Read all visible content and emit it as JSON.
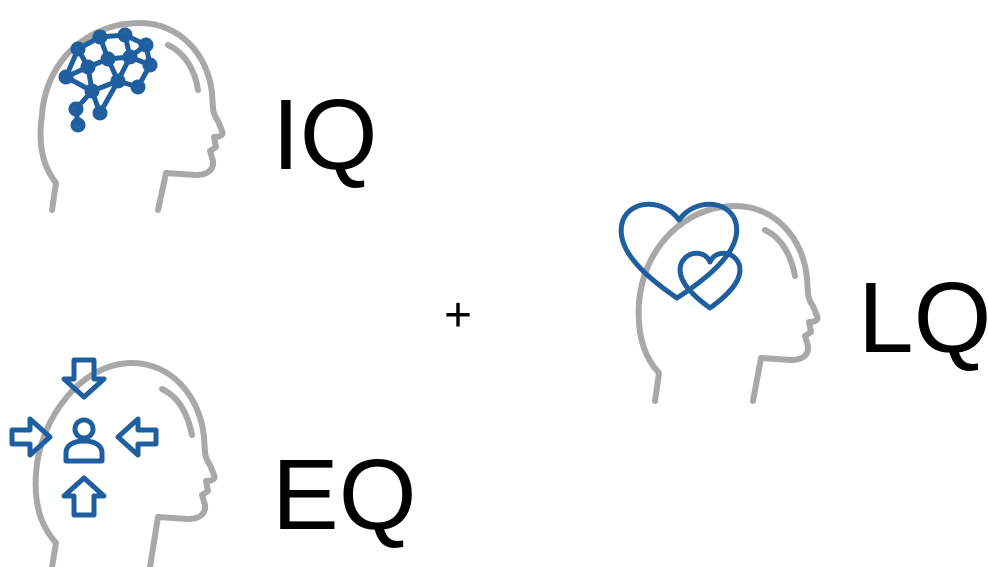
{
  "colors": {
    "head": "#a8a8a8",
    "accent": "#1f5fa0",
    "text": "#000000"
  },
  "items": [
    {
      "label": "IQ",
      "icon": "head-brain-network-icon"
    },
    {
      "label": "EQ",
      "icon": "head-people-arrows-icon"
    },
    {
      "label": "LQ",
      "icon": "head-hearts-icon"
    }
  ],
  "operator": "+"
}
